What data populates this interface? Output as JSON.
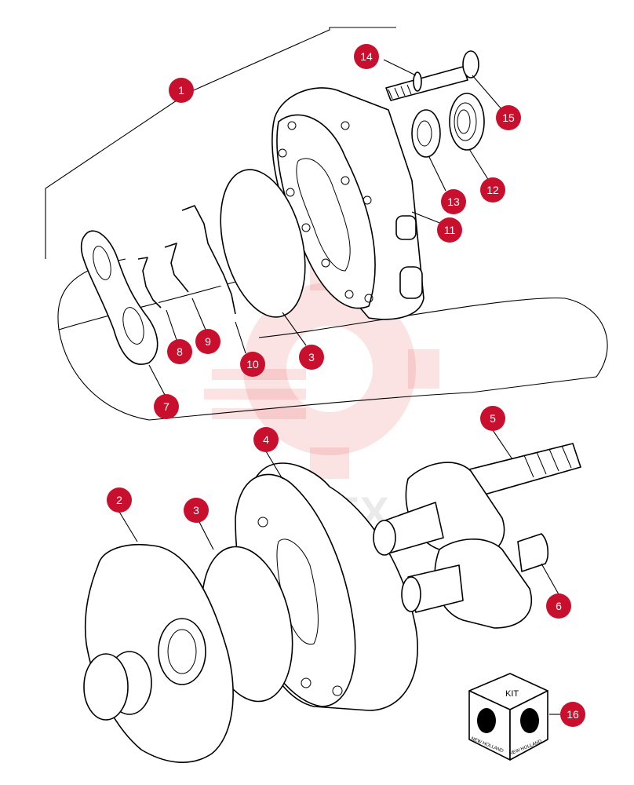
{
  "diagram": {
    "watermark_text": "MHTEX",
    "kit_label": "KIT",
    "brand_label": "NEW HOLLAND",
    "callouts": [
      {
        "id": "1",
        "label": "1"
      },
      {
        "id": "2",
        "label": "2"
      },
      {
        "id": "3a",
        "label": "3"
      },
      {
        "id": "3b",
        "label": "3"
      },
      {
        "id": "4",
        "label": "4"
      },
      {
        "id": "5",
        "label": "5"
      },
      {
        "id": "6",
        "label": "6"
      },
      {
        "id": "7",
        "label": "7"
      },
      {
        "id": "8",
        "label": "8"
      },
      {
        "id": "9",
        "label": "9"
      },
      {
        "id": "10",
        "label": "10"
      },
      {
        "id": "11",
        "label": "11"
      },
      {
        "id": "12",
        "label": "12"
      },
      {
        "id": "13",
        "label": "13"
      },
      {
        "id": "14",
        "label": "14"
      },
      {
        "id": "15",
        "label": "15"
      },
      {
        "id": "16",
        "label": "16"
      }
    ],
    "colors": {
      "callout": "#c8102e",
      "watermark": "#e43b3b",
      "line": "#000000"
    }
  }
}
